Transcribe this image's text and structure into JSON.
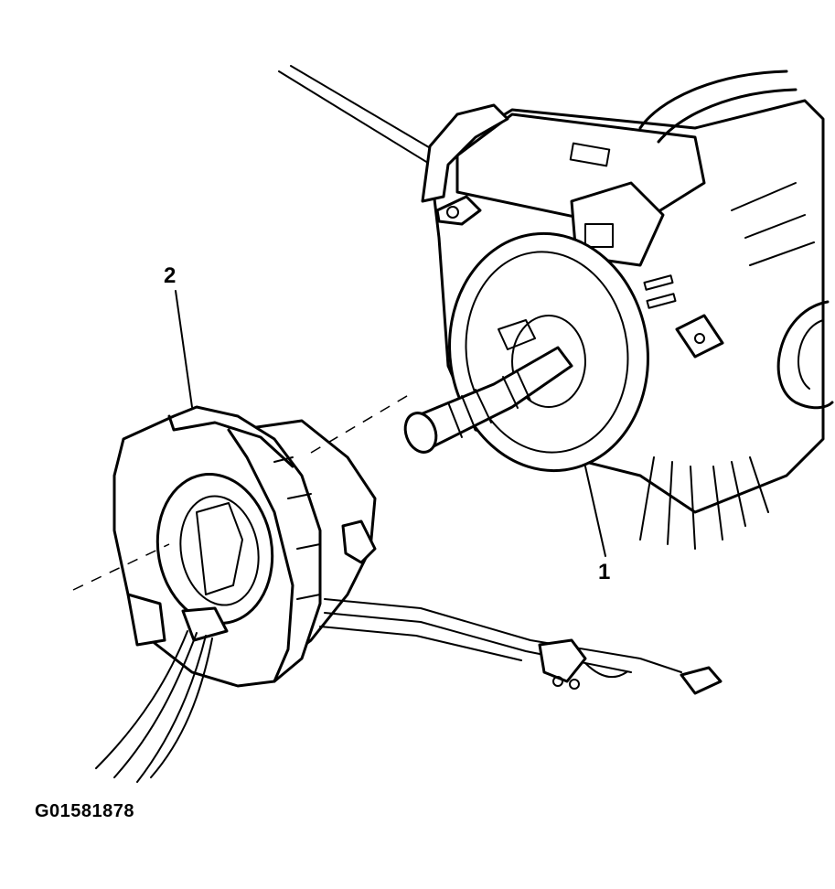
{
  "figure_id": "G01581878",
  "callouts": [
    {
      "id": "1",
      "label": "1"
    },
    {
      "id": "2",
      "label": "2"
    }
  ],
  "colors": {
    "line": "#000000",
    "background": "#ffffff"
  }
}
